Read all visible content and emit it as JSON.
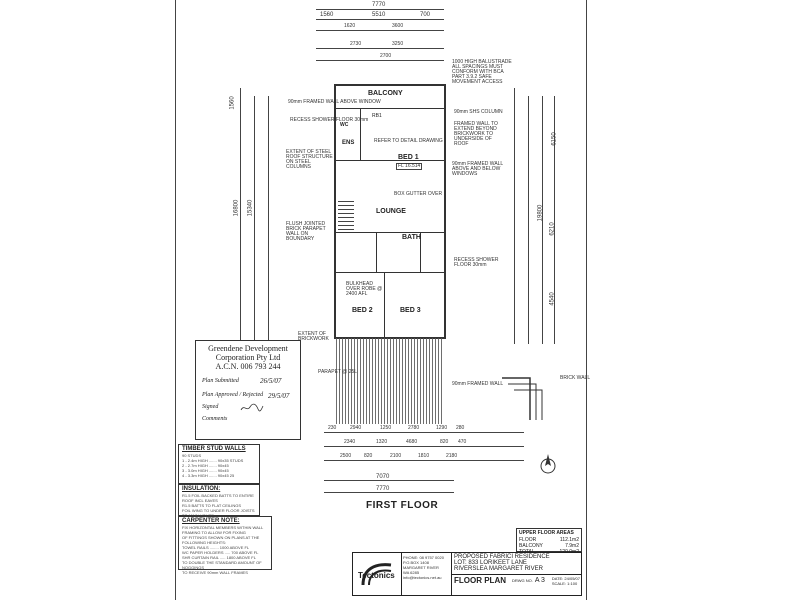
{
  "dims": {
    "top_overall": "7770",
    "top_segments": [
      "1560",
      "5510",
      "700"
    ],
    "top_sub": [
      "1620",
      "3600",
      "2730",
      "3250",
      "2700"
    ],
    "bottom_overall": "7770",
    "bottom_sub": "7070",
    "bottom_row1": [
      "230",
      "2940",
      "1250",
      "2780",
      "1290",
      "280"
    ],
    "bottom_row2": [
      "2340",
      "1320",
      "4680",
      "820",
      "470"
    ],
    "bottom_row3": [
      "2500",
      "820",
      "2100",
      "1810",
      "2180"
    ],
    "left_overall": "16800",
    "left_sub": "15340",
    "left_top": "1560",
    "right_top": "6150",
    "right_mid": "19800",
    "right_mid2": "6210",
    "right_bottom": "4540"
  },
  "rooms": {
    "balcony": "BALCONY",
    "bed1": "BED 1",
    "bed1_fl": "FL 16.514",
    "lounge": "LOUNGE",
    "bath": "BATH",
    "bed2": "BED 2",
    "bed3": "BED 3",
    "ens": "ENS",
    "wc": "WC",
    "robe": "RB1"
  },
  "notes": {
    "n1": "90mm FRAMED WALL ABOVE WINDOW",
    "n2": "RECESS SHOWER FLOOR 30mm",
    "n3": "EXTENT OF STEEL ROOF STRUCTURE ON STEEL COLUMNS",
    "n4": "FLUSH JOINTED BRICK PARAPET WALL ON BOUNDARY",
    "n5": "FRAMED WALL TO EXTEND BEYOND BRICKWORK TO UNDERSIDE OF ROOF",
    "n6": "90mm FRAMED WALL ABOVE AND BELOW WINDOWS",
    "n7": "REFER TO DETAIL DRAWING",
    "n8": "RECESS SHOWER FLOOR 30mm",
    "n9": "1000 HIGH BALUSTRADE ALL SPACINGS MUST CONFORM WITH BCA PART 3.9.2 SAFE MOVEMENT ACCESS",
    "n10": "BOX GUTTER OVER",
    "n11": "EXTENT OF BRICKWORK",
    "n12": "BRICK WALL",
    "n13": "90mm FRAMED WALL",
    "n14": "90mm SHS COLUMN",
    "n15": "BULKHEAD OVER ROBE @ 2400 AFL",
    "n16": "PARAPET @ 25L"
  },
  "stamp": {
    "line1": "Greendene Development",
    "line2": "Corporation Pty Ltd",
    "line3": "A.C.N. 006 793 244",
    "plan_submitted": "Plan Submitted",
    "plan_approved": "Plan Approved / Rejected",
    "signed": "Signed",
    "comments": "Comments",
    "date1": "26/5/07",
    "date2": "29/5/07"
  },
  "timber": {
    "title": "TIMBER STUD WALLS",
    "lines": [
      "90 STUDS",
      "1 - 2.4m HIGH ....... 90x35 STUDS",
      "2 - 2.7m HIGH ....... 90x45",
      "3 - 3.0m HIGH ....... 90x45",
      "4 - 3.3m HIGH ....... 90x45 25"
    ]
  },
  "insulation": {
    "title": "INSULATION:",
    "lines": [
      "R1.5 FOIL BACKED BATTS TO ENTIRE ROOF INCL EAVES",
      "R1.5 BATTS TO FLAT CEILINGS",
      "FOIL WING TO UNDER FLOOR JOISTS TO MAIN HOUSE",
      "R1.5 BATTS TO EXT. WALLS"
    ]
  },
  "carpenter": {
    "title": "CARPENTER NOTE:",
    "lines": [
      "FIX HORIZONTAL MEMBERS WITHIN WALL FRAMING TO ALLOW FOR FIXING",
      "OF FITTINGS SHOWN ON PLANS AT THE",
      "FOLLOWING HEIGHTS:",
      "TOWEL RAILS ........ 1000 ABOVE FL",
      "WC PAPER HOLDERS ..... 700 ABOVE FL",
      "SHR CURTAIN RAIL ..... 1800 ABOVE FL",
      "TO DOUBLE THE STANDARD AMOUNT OF NOGGINGS",
      "TO RECEIVE 90mm WALL FRAMES"
    ]
  },
  "areas": {
    "title": "UPPER FLOOR AREAS",
    "rows": [
      {
        "label": "FLOOR",
        "value": "112.1m2"
      },
      {
        "label": "BALCONY",
        "value": "7.9m2"
      },
      {
        "label": "TOTAL",
        "value": "120.0m2"
      }
    ]
  },
  "title_block": {
    "company": "Tectonics",
    "phone": "PHONE: 08 9757 0020",
    "pobox": "P.O.BOX 1408",
    "town": "MARGARET RIVER",
    "state": "WA 6285",
    "email": "info@tectonics.net.au",
    "project": "PROPOSED FABRICI RESIDENCE",
    "lot": "LOT: 833 LORIKEET LANE",
    "location": "RIVERSLEA  MARGARET RIVER",
    "sheet_title": "FLOOR PLAN",
    "drawing_no_label": "DRWG NO.",
    "drawing_no": "A 3",
    "date": "DATE: 24/05/07",
    "scale": "SCALE: 1:100"
  },
  "plan_title": "FIRST FLOOR"
}
